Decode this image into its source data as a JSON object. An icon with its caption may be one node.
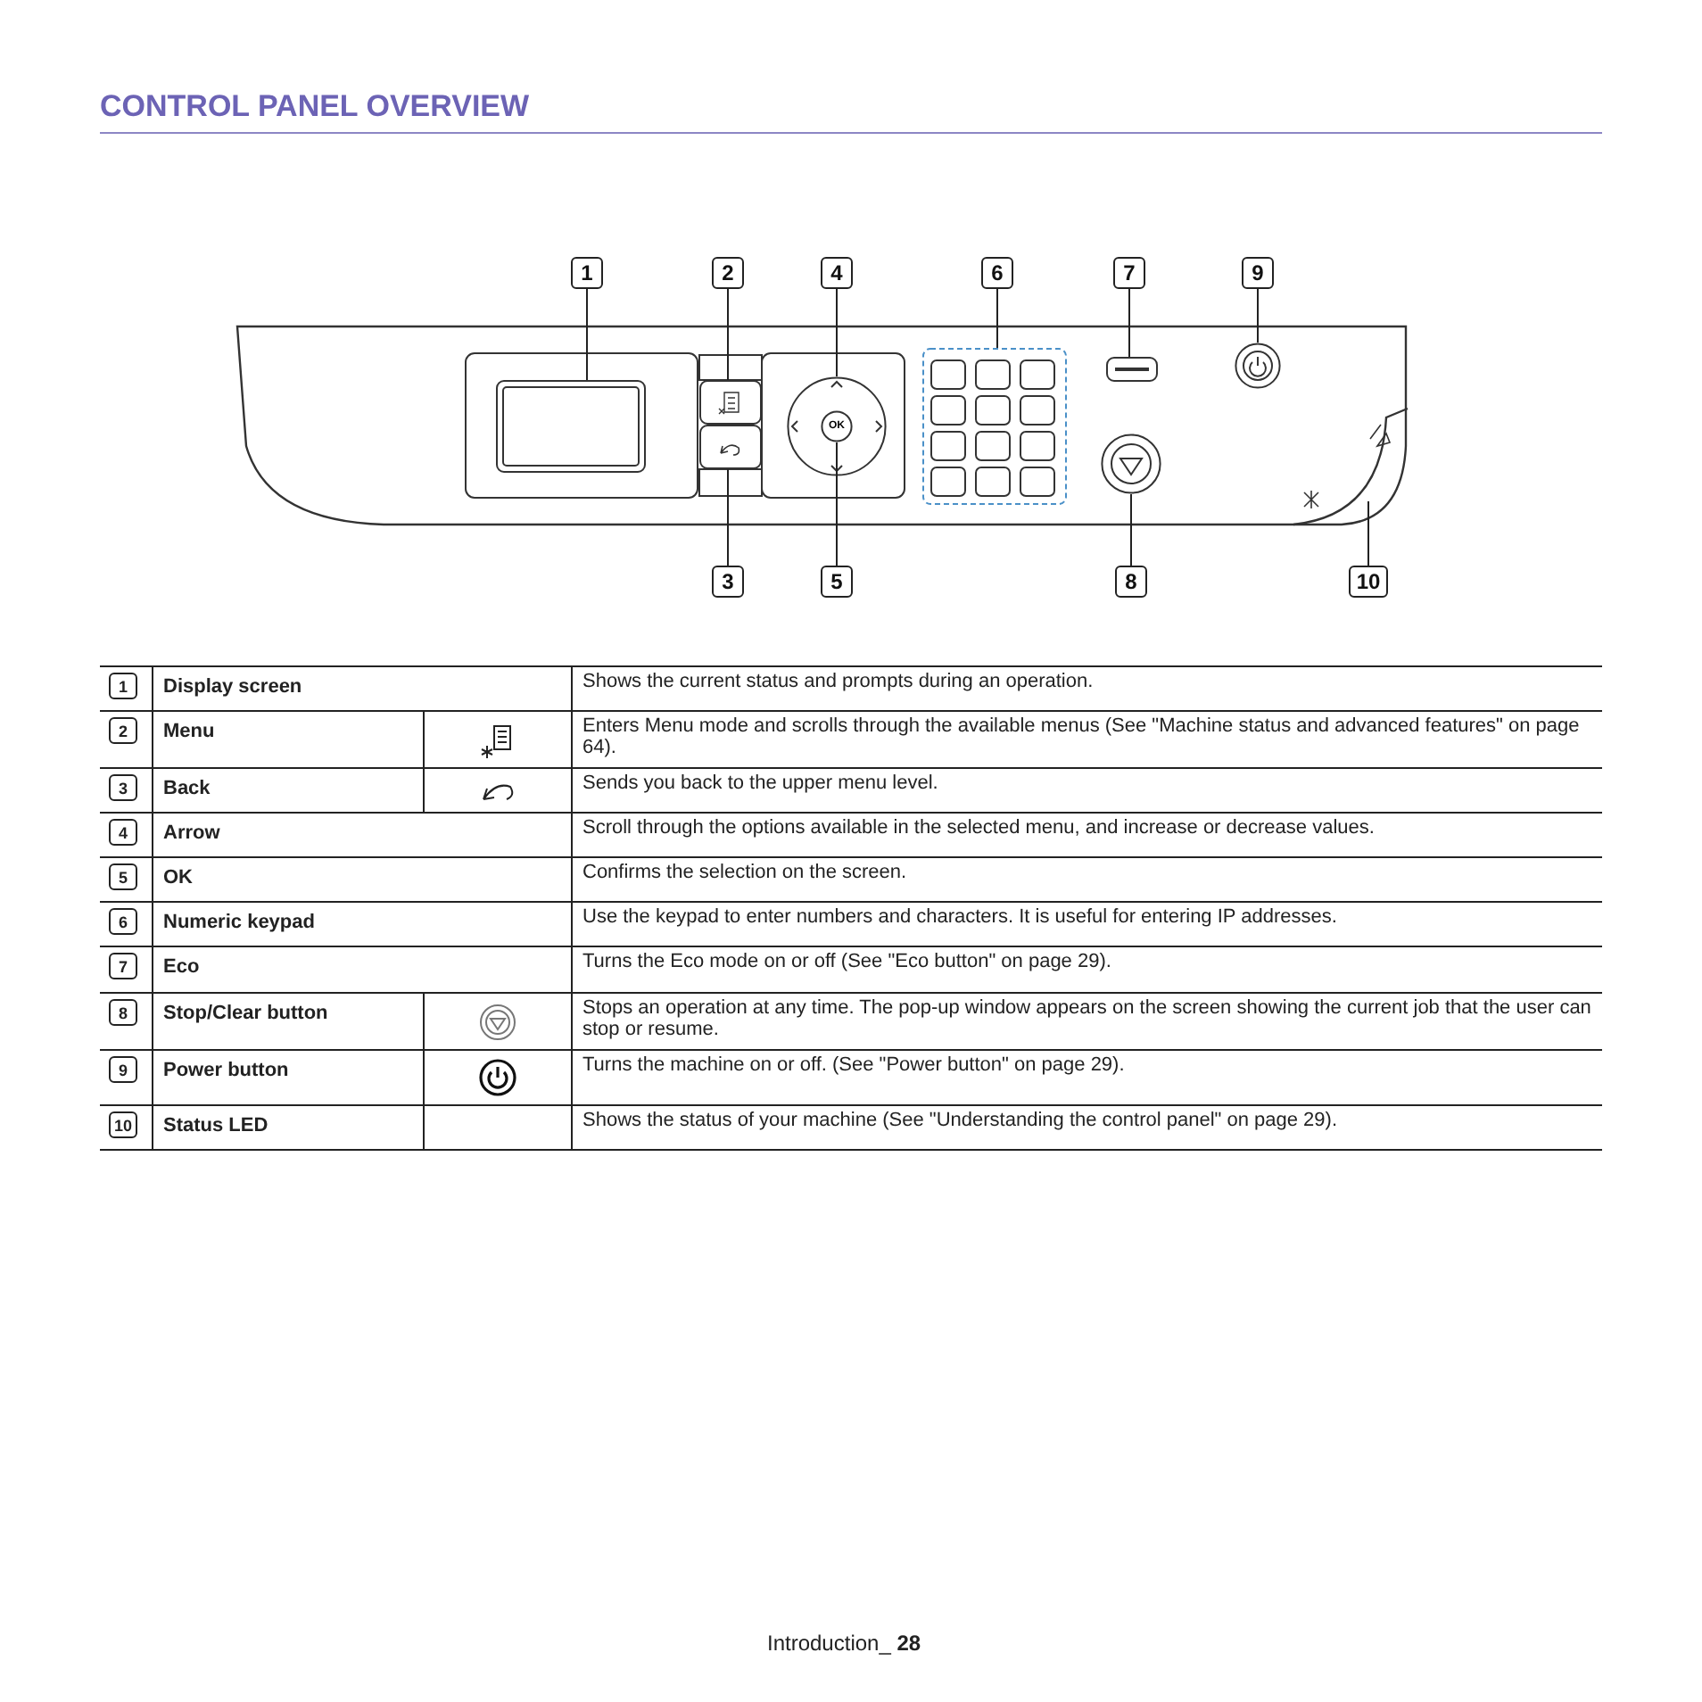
{
  "diagram": {
    "title": "CONTROL PANEL OVERVIEW",
    "nodes": [
      {
        "text": [
          "1"
        ]
      },
      {
        "text": [
          "2"
        ]
      },
      {
        "text": [
          "3"
        ]
      },
      {
        "text": [
          "4"
        ]
      },
      {
        "text": [
          "5"
        ]
      },
      {
        "text": [
          "6"
        ]
      },
      {
        "text": [
          "7"
        ]
      },
      {
        "text": [
          "8"
        ]
      },
      {
        "text": [
          "9"
        ]
      },
      {
        "text": [
          "10"
        ]
      },
      {
        "text": [],
        "shape": "box"
      },
      {
        "text": [],
        "shape": "box"
      },
      {
        "text": [],
        "shape": "box"
      },
      {
        "text": [],
        "shape": "circle"
      },
      {
        "text": [
          "OK"
        ],
        "in": 13
      },
      {
        "text": [],
        "shape": "box"
      },
      {
        "text": [],
        "shape": "box"
      },
      {
        "text": [],
        "shape": "circle"
      },
      {
        "text": [],
        "shape": "circle"
      },
      {
        "text": [],
        "shape": "bar"
      }
    ],
    "edges": [
      {
        "from": 0,
        "to": 10,
        "arrow": "none"
      },
      {
        "from": 1,
        "to": 11,
        "arrow": "none"
      },
      {
        "from": 2,
        "to": 12,
        "arrow": "none"
      },
      {
        "from": 3,
        "to": 13,
        "arrow": "none"
      },
      {
        "from": 4,
        "to": 14,
        "arrow": "none"
      },
      {
        "from": 5,
        "to": 15,
        "arrow": "none"
      },
      {
        "from": 6,
        "to": 16,
        "arrow": "none"
      },
      {
        "from": 7,
        "to": 17,
        "arrow": "none"
      },
      {
        "from": 8,
        "to": 18,
        "arrow": "none"
      },
      {
        "from": 9,
        "to": 19,
        "arrow": "none"
      }
    ],
    "labels": [
      "1",
      "Display screen",
      "Shows the current status and prompts during an operation.",
      "2",
      "Menu",
      "Enters Menu mode and scrolls through the available menus (See \"Machine status and advanced features\" on page 64).",
      "3",
      "Back",
      "Sends you back to the upper menu level.",
      "4",
      "Arrow",
      "Scroll through the options available in the selected menu, and increase or decrease values.",
      "5",
      "OK",
      "Confirms the selection on the screen.",
      "6",
      "Numeric keypad",
      "Use the keypad to enter numbers and characters. It is useful for entering IP addresses.",
      "7",
      "Eco",
      "Turns the Eco mode on or off (See \"Eco button\" on page 29).",
      "8",
      "Stop/Clear button",
      "Stops an operation at any time. The pop-up window appears on the screen showing the current job that the user can stop or resume.",
      "9",
      "Power button",
      "Turns the machine on or off. (See \"Power button\" on page 29).",
      "10",
      "Status LED",
      "Shows the status of your machine (See \"Understanding the control panel\" on page 29).",
      "Introduction_ **28**"
    ]
  }
}
